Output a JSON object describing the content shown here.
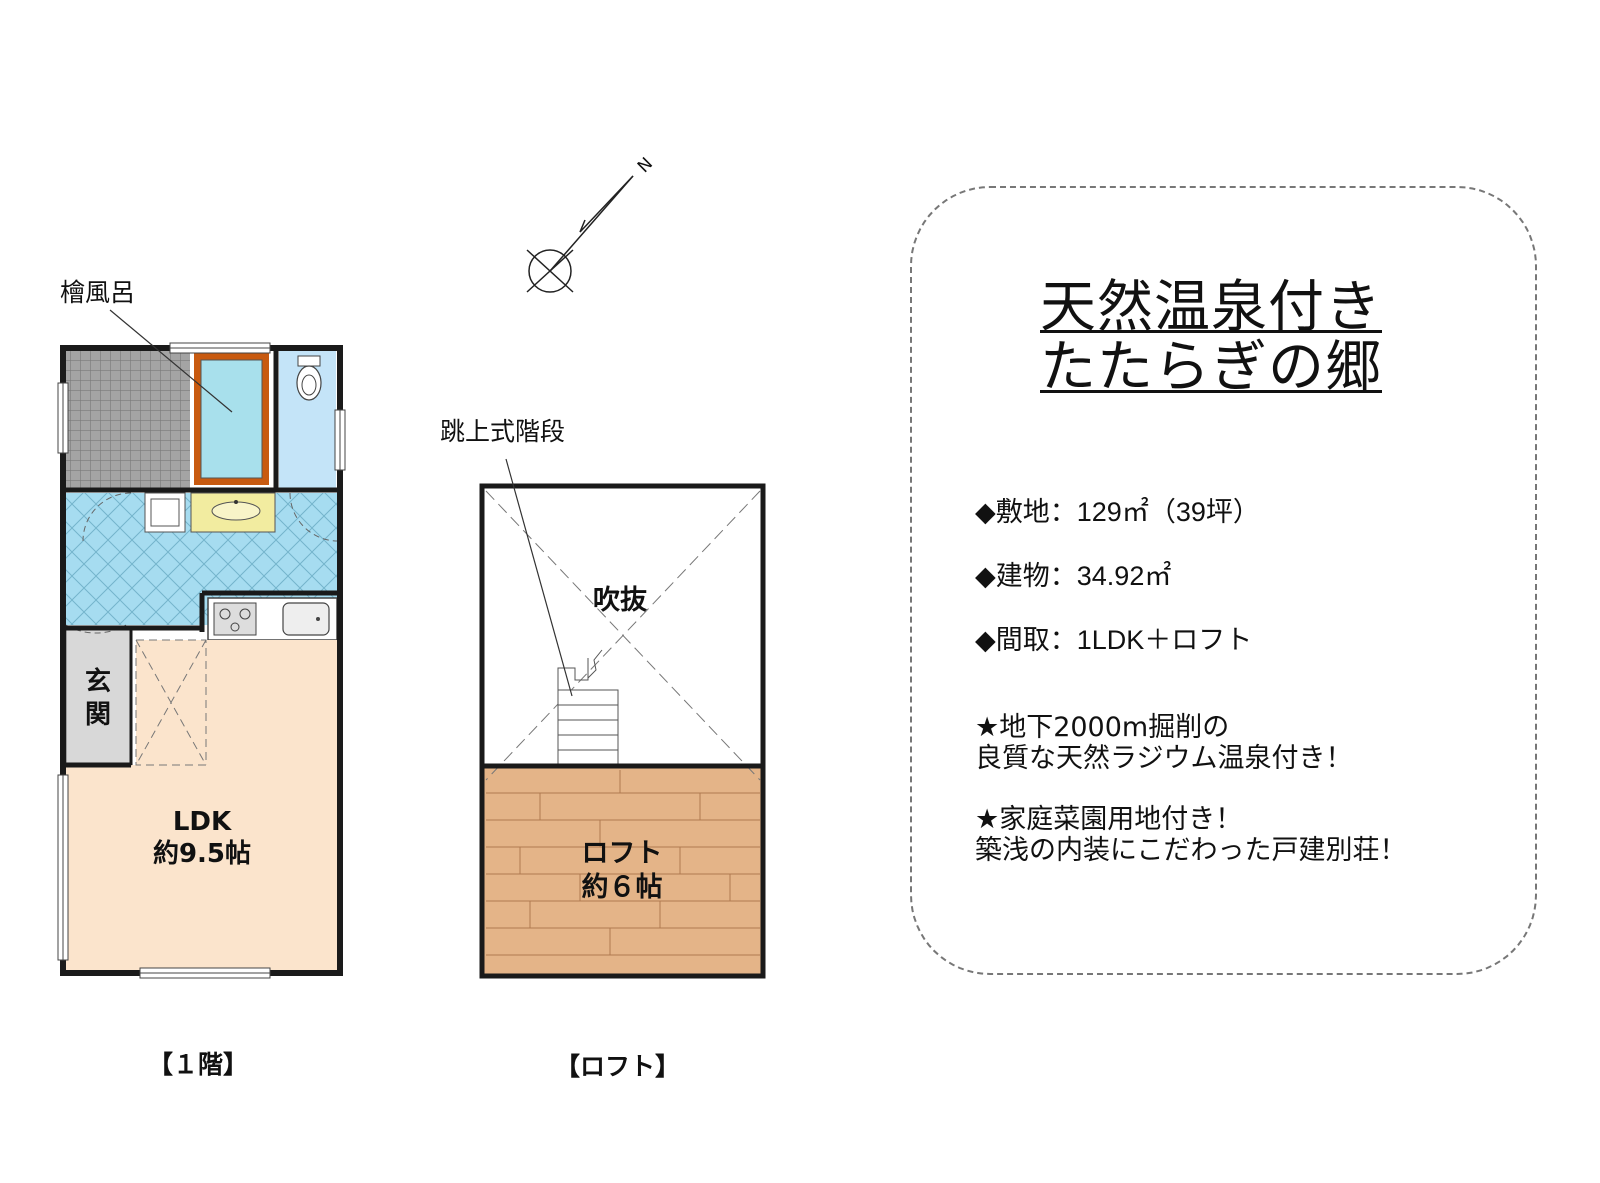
{
  "compass": {
    "north_label": "N"
  },
  "floor1": {
    "caption": "【１階】",
    "bath_label": "檜風呂",
    "entrance_label_top": "玄",
    "entrance_label_bottom": "関",
    "ldk_label": "LDK",
    "ldk_size": "約9.5帖"
  },
  "loft": {
    "caption": "【ロフト】",
    "stair_label": "跳上式階段",
    "void_label": "吹抜",
    "loft_label": "ロフト",
    "loft_size": "約６帖"
  },
  "info": {
    "title_line1": "天然温泉付き",
    "title_line2": "たたらぎの郷",
    "specs": [
      {
        "label": "◆敷地：",
        "value": "129㎡（39坪）"
      },
      {
        "label": "◆建物：",
        "value": "34.92㎡"
      },
      {
        "label": "◆間取：",
        "value": "1LDK＋ロフト"
      }
    ],
    "notes": [
      {
        "line1": "★地下2000m掘削の",
        "line2": "良質な天然ラジウム温泉付き！"
      },
      {
        "line1": "★家庭菜園用地付き！",
        "line2": "築浅の内装にこだわった戸建別荘！"
      }
    ]
  },
  "colors": {
    "bath_room": "#a4a4a4",
    "bathtub_frame": "#c85a10",
    "bathtub_water": "#a8e0ec",
    "toilet_room": "#c4e4f8",
    "washroom": "#a6dcf0",
    "vanity": "#f2eca0",
    "ldk_floor": "#fbe4cc",
    "entrance": "#d8d8d8",
    "loft_floor": "#e4b488",
    "wall": "#1a1a1a"
  }
}
